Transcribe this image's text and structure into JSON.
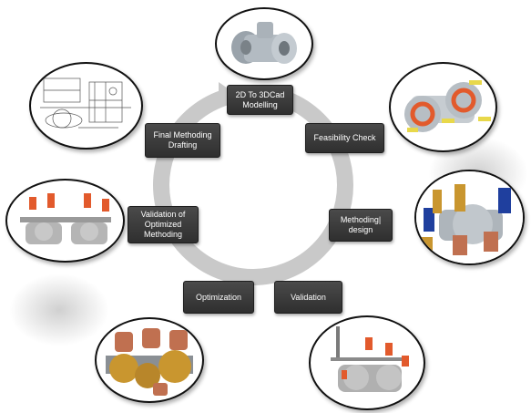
{
  "diagram": {
    "steps": [
      {
        "id": "modelling",
        "label": "2D To 3DCad\nModelling",
        "icon": "cad-model-valve-icon"
      },
      {
        "id": "feasibility",
        "label": "Feasibility Check",
        "icon": "feasibility-valve-icon"
      },
      {
        "id": "methoding",
        "label": "Methoding|\ndesign",
        "icon": "methoding-valve-icon"
      },
      {
        "id": "validation",
        "label": "Validation",
        "icon": "simulation-valve-icon"
      },
      {
        "id": "optimization",
        "label": "Optimization",
        "icon": "brass-valve-icon"
      },
      {
        "id": "validation-optimized",
        "label": "Validation of\nOptimized\nMethoding",
        "icon": "optimized-valve-icon"
      },
      {
        "id": "drafting",
        "label": "Final Methoding\nDrafting",
        "icon": "drawing-blueprint-icon"
      }
    ],
    "colors": {
      "box": "#3a3a3a",
      "ring": "#c9c9c9",
      "highlight": "#e25a2c",
      "brass": "#c9962f",
      "copper": "#c07050"
    }
  }
}
